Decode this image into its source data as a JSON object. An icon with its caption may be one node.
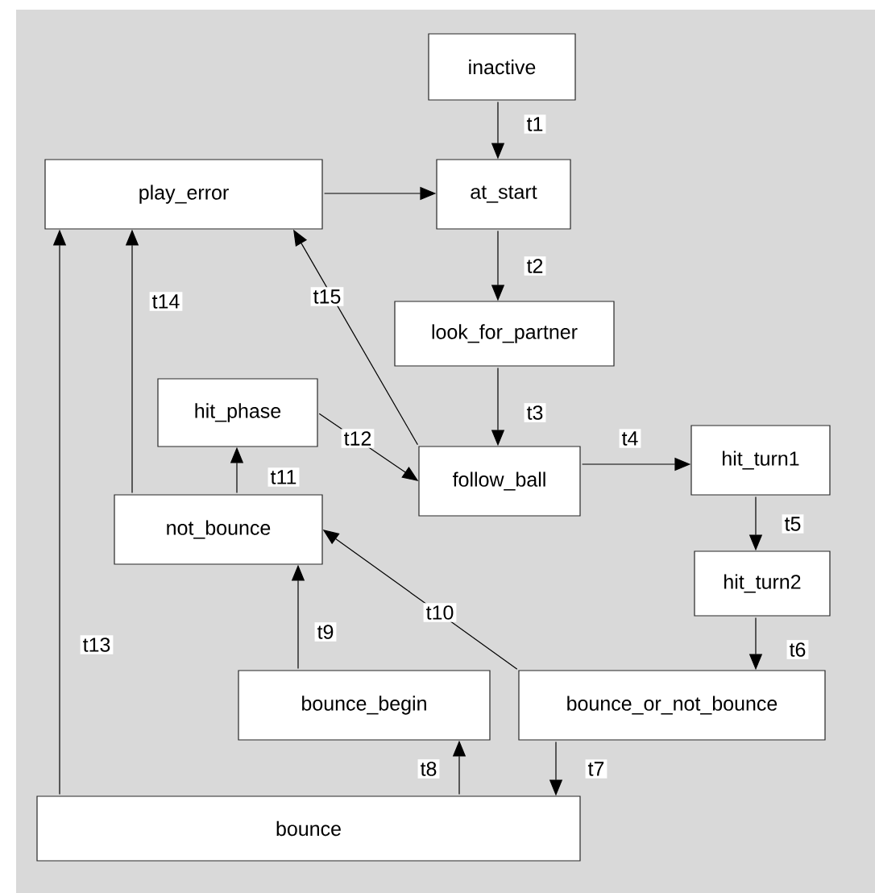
{
  "diagram": {
    "nodes": [
      {
        "text": [
          "inactive"
        ]
      },
      {
        "text": [
          "at_start"
        ]
      },
      {
        "text": [
          "play_error"
        ]
      },
      {
        "text": [
          "look_for_partner"
        ]
      },
      {
        "text": [
          "hit_phase"
        ]
      },
      {
        "text": [
          "follow_ball"
        ]
      },
      {
        "text": [
          "hit_turn1"
        ]
      },
      {
        "text": [
          "not_bounce"
        ]
      },
      {
        "text": [
          "hit_turn2"
        ]
      },
      {
        "text": [
          "bounce_begin"
        ]
      },
      {
        "text": [
          "bounce_or_not_bounce"
        ]
      },
      {
        "text": [
          "bounce"
        ]
      }
    ],
    "edges": [
      {
        "from": 0,
        "to": 1,
        "arrow": "to",
        "label": "t1"
      },
      {
        "from": 2,
        "to": 1,
        "arrow": "to"
      },
      {
        "from": 1,
        "to": 3,
        "arrow": "to",
        "label": "t2"
      },
      {
        "from": 3,
        "to": 5,
        "arrow": "to",
        "label": "t3"
      },
      {
        "from": 5,
        "to": 6,
        "arrow": "to",
        "label": "t4"
      },
      {
        "from": 6,
        "to": 8,
        "arrow": "to",
        "label": "t5"
      },
      {
        "from": 8,
        "to": 10,
        "arrow": "to",
        "label": "t6"
      },
      {
        "from": 10,
        "to": 11,
        "arrow": "to",
        "label": "t7"
      },
      {
        "from": 11,
        "to": 9,
        "arrow": "to",
        "label": "t8"
      },
      {
        "from": 9,
        "to": 7,
        "arrow": "to",
        "label": "t9"
      },
      {
        "from": 10,
        "to": 7,
        "arrow": "to",
        "label": "t10"
      },
      {
        "from": 7,
        "to": 4,
        "arrow": "to",
        "label": "t11"
      },
      {
        "from": 4,
        "to": 5,
        "arrow": "to",
        "label": "t12"
      },
      {
        "from": 11,
        "to": 2,
        "arrow": "to",
        "label": "t13"
      },
      {
        "from": 7,
        "to": 2,
        "arrow": "to",
        "label": "t14"
      },
      {
        "from": 5,
        "to": 2,
        "arrow": "to",
        "label": "t15"
      }
    ]
  }
}
